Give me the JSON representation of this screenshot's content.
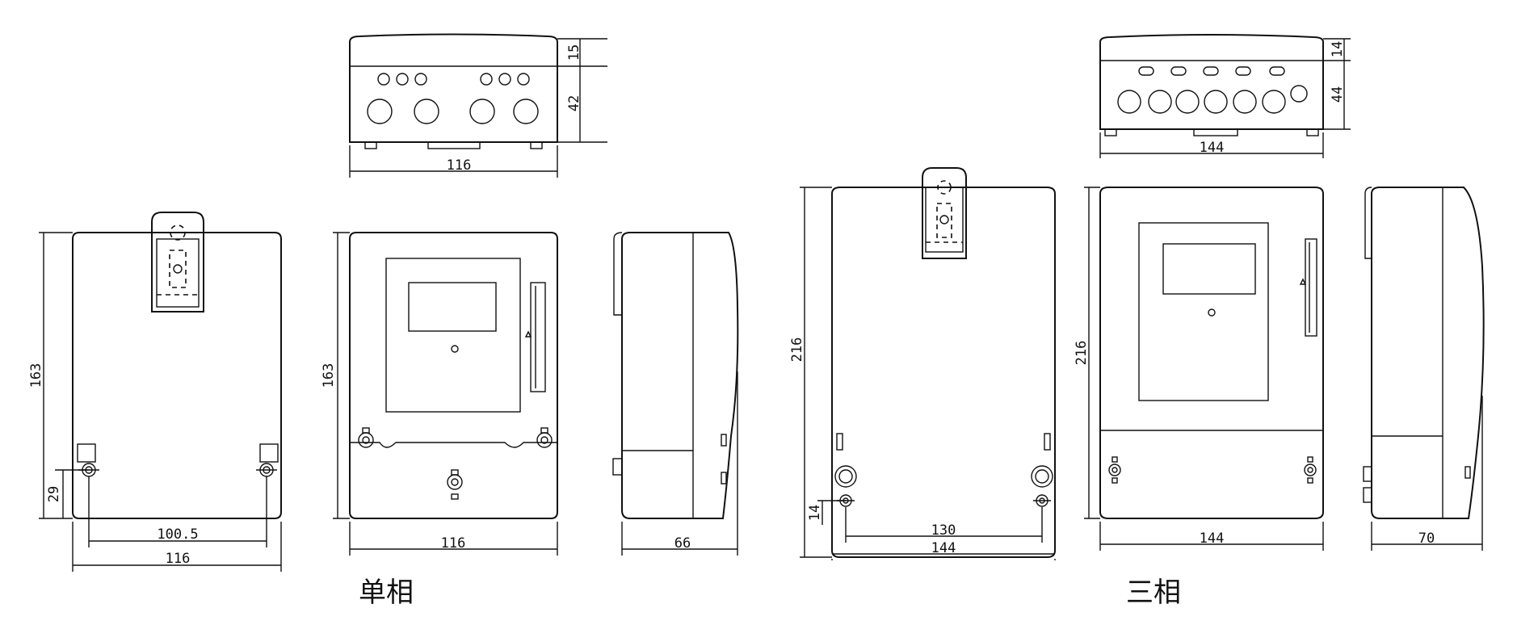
{
  "captions": {
    "single_phase": "单相",
    "three_phase": "三相"
  },
  "single": {
    "top_width": "116",
    "top_h1": "15",
    "top_h2": "42",
    "back_height": "163",
    "back_mount_h": "29",
    "back_hole_spacing": "100.5",
    "back_width": "116",
    "front_height": "163",
    "front_width": "116",
    "side_depth": "66"
  },
  "three": {
    "top_width": "144",
    "top_h1": "14",
    "top_h2": "44",
    "back_height": "216",
    "back_mount_h": "14",
    "back_hole_spacing": "130",
    "back_width": "144",
    "front_height": "216",
    "front_width": "144",
    "side_depth": "70"
  }
}
